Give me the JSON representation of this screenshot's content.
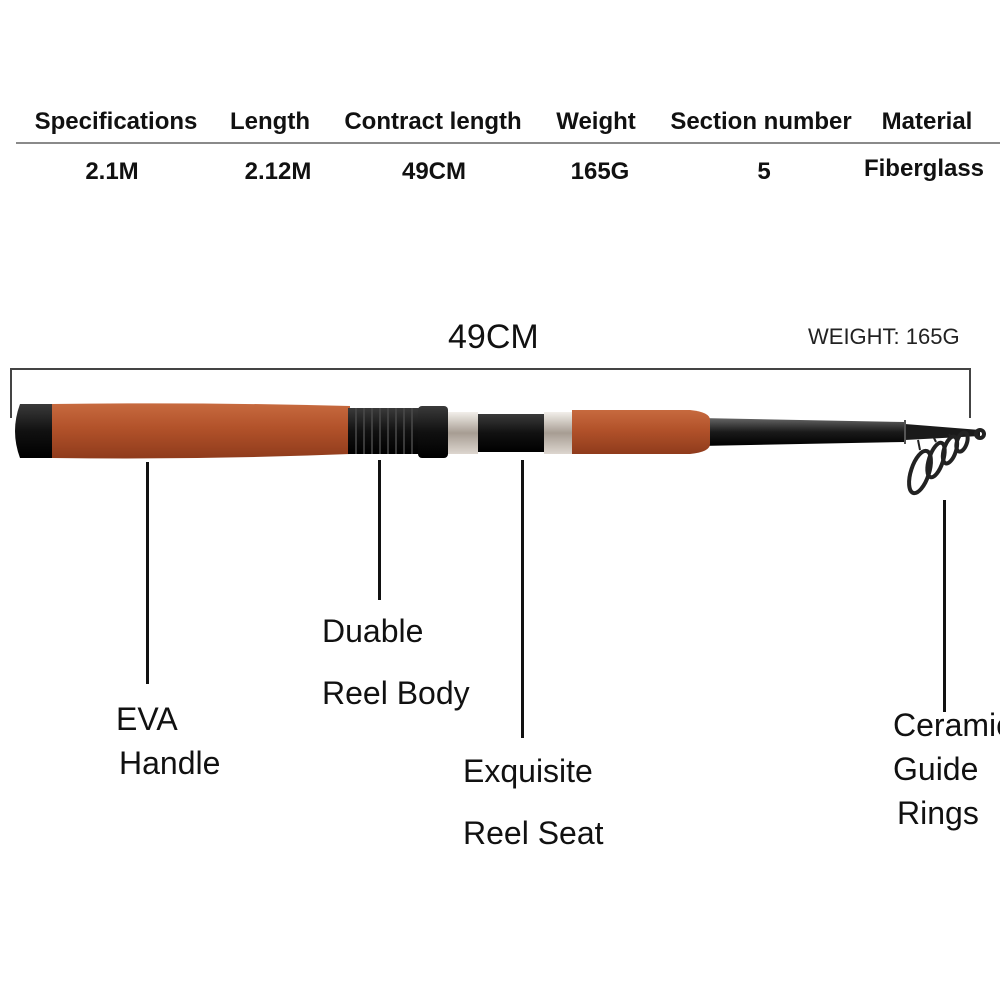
{
  "specs": {
    "headers": [
      "Specifications",
      "Length",
      "Contract length",
      "Weight",
      "Section number",
      "Material"
    ],
    "values": [
      "2.1M",
      "2.12M",
      "49CM",
      "165G",
      "5",
      "Fiberglass"
    ]
  },
  "dimension": {
    "length_label": "49CM",
    "weight_label": "WEIGHT: 165G"
  },
  "colors": {
    "eva": "#b2522a",
    "black": "#111111",
    "chrome": "#c9c3bc"
  },
  "callouts": {
    "eva_handle": [
      "EVA",
      "Handle"
    ],
    "reel_body": [
      "Duable",
      "Reel Body"
    ],
    "reel_seat": [
      "Exquisite",
      "Reel Seat"
    ],
    "guide_rings": [
      "Ceramic",
      "Guide",
      "Rings"
    ]
  }
}
